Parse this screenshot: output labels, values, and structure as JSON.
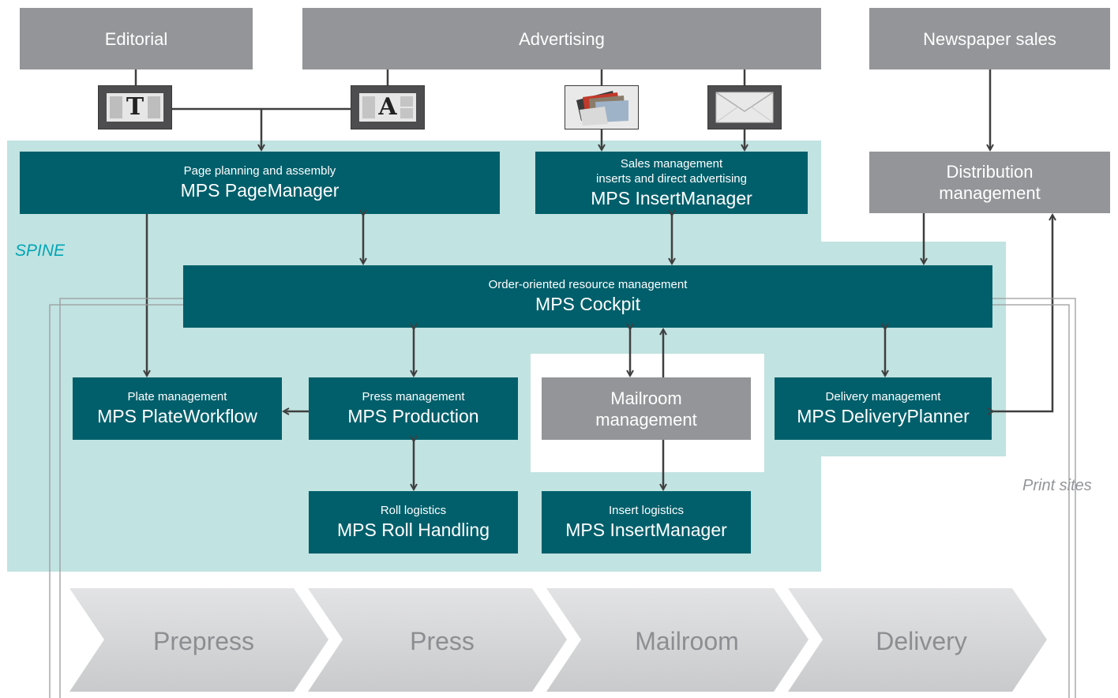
{
  "top": {
    "editorial": "Editorial",
    "advertising": "Advertising",
    "newspaper_sales": "Newspaper sales",
    "distribution": "Distribution\nmanagement"
  },
  "icons": {
    "text_glyph": "T",
    "ad_glyph": "A"
  },
  "spine_label": "SPINE",
  "print_sites_label": "Print sites",
  "modules": {
    "page_manager": {
      "sub": "Page planning and assembly",
      "main": "MPS PageManager"
    },
    "insert_manager_sales": {
      "sub": "Sales management\ninserts and direct advertising",
      "main": "MPS InsertManager"
    },
    "cockpit": {
      "sub": "Order-oriented resource management",
      "main": "MPS Cockpit"
    },
    "plate_workflow": {
      "sub": "Plate management",
      "main": "MPS PlateWorkflow"
    },
    "production": {
      "sub": "Press management",
      "main": "MPS Production"
    },
    "mailroom": {
      "main": "Mailroom\nmanagement"
    },
    "delivery_planner": {
      "sub": "Delivery management",
      "main": "MPS DeliveryPlanner"
    },
    "roll_handling": {
      "sub": "Roll logistics",
      "main": "MPS Roll Handling"
    },
    "insert_logistics": {
      "sub": "Insert logistics",
      "main": "MPS InsertManager"
    }
  },
  "stages": [
    "Prepress",
    "Press",
    "Mailroom",
    "Delivery"
  ],
  "colors": {
    "teal": "#005f6b",
    "spine_bg": "#c1e3e1",
    "gray": "#939598",
    "accent_text": "#00a6b5",
    "chevron": "#d3d4d6"
  }
}
